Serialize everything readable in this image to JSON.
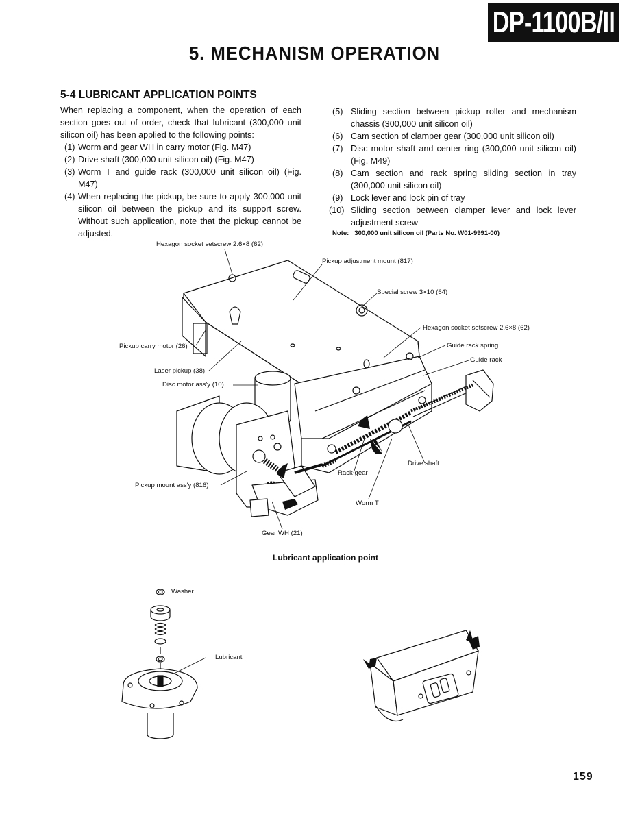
{
  "header": {
    "model": "DP-1100B/II",
    "title": "5. MECHANISM OPERATION"
  },
  "section": {
    "title": "5-4 LUBRICANT APPLICATION POINTS",
    "intro": "When replacing a component, when the operation of each section goes out of order, check that lubricant (300,000 unit silicon oil) has been applied to the following points:",
    "items_left": [
      {
        "num": "(1)",
        "text": "Worm and gear WH in carry motor (Fig. M47)"
      },
      {
        "num": "(2)",
        "text": "Drive shaft (300,000 unit silicon oil) (Fig. M47)"
      },
      {
        "num": "(3)",
        "text": "Worm T and guide rack (300,000 unit silicon oil) (Fig. M47)"
      },
      {
        "num": "(4)",
        "text": "When replacing the pickup, be sure to apply 300,000 unit silicon oil between the pickup and its support screw. Without such application, note that the pickup cannot be adjusted."
      }
    ],
    "items_right": [
      {
        "num": "(5)",
        "text": "Sliding section between pickup roller and mechanism chassis (300,000 unit silicon oil)"
      },
      {
        "num": "(6)",
        "text": "Cam section of clamper gear (300,000 unit silicon oil)"
      },
      {
        "num": "(7)",
        "text": "Disc motor shaft and center ring (300,000 unit silicon oil) (Fig. M49)"
      },
      {
        "num": "(8)",
        "text": "Cam section and rack spring sliding section in tray (300,000 unit silicon oil)"
      },
      {
        "num": "(9)",
        "text": "Lock lever and lock pin of tray"
      },
      {
        "num": "(10)",
        "text": "Sliding section between clamper lever and lock lever adjustment screw"
      }
    ],
    "note_label": "Note:",
    "note_text": "300,000 unit silicon oil (Parts No. W01-9991-00)"
  },
  "figure": {
    "labels": {
      "hex_screw_top": "Hexagon socket setscrew 2.6×8 (62)",
      "pickup_adj_mount": "Pickup adjustment mount (817)",
      "special_screw": "Special screw 3×10 (64)",
      "hex_screw_right": "Hexagon socket setscrew 2.6×8 (62)",
      "guide_rack_spring": "Guide rack spring",
      "guide_rack": "Guide rack",
      "pickup_carry_motor": "Pickup carry motor (26)",
      "laser_pickup": "Laser pickup (38)",
      "disc_motor": "Disc motor ass'y (10)",
      "drive_shaft": "Drive shaft",
      "rack_gear": "Rack gear",
      "pickup_mount": "Pickup mount ass'y (816)",
      "worm_t": "Worm T",
      "gear_wh": "Gear WH (21)"
    },
    "caption": "Lubricant application point",
    "lower_labels": {
      "washer": "Washer",
      "lubricant": "Lubricant"
    }
  },
  "page_number": "159"
}
